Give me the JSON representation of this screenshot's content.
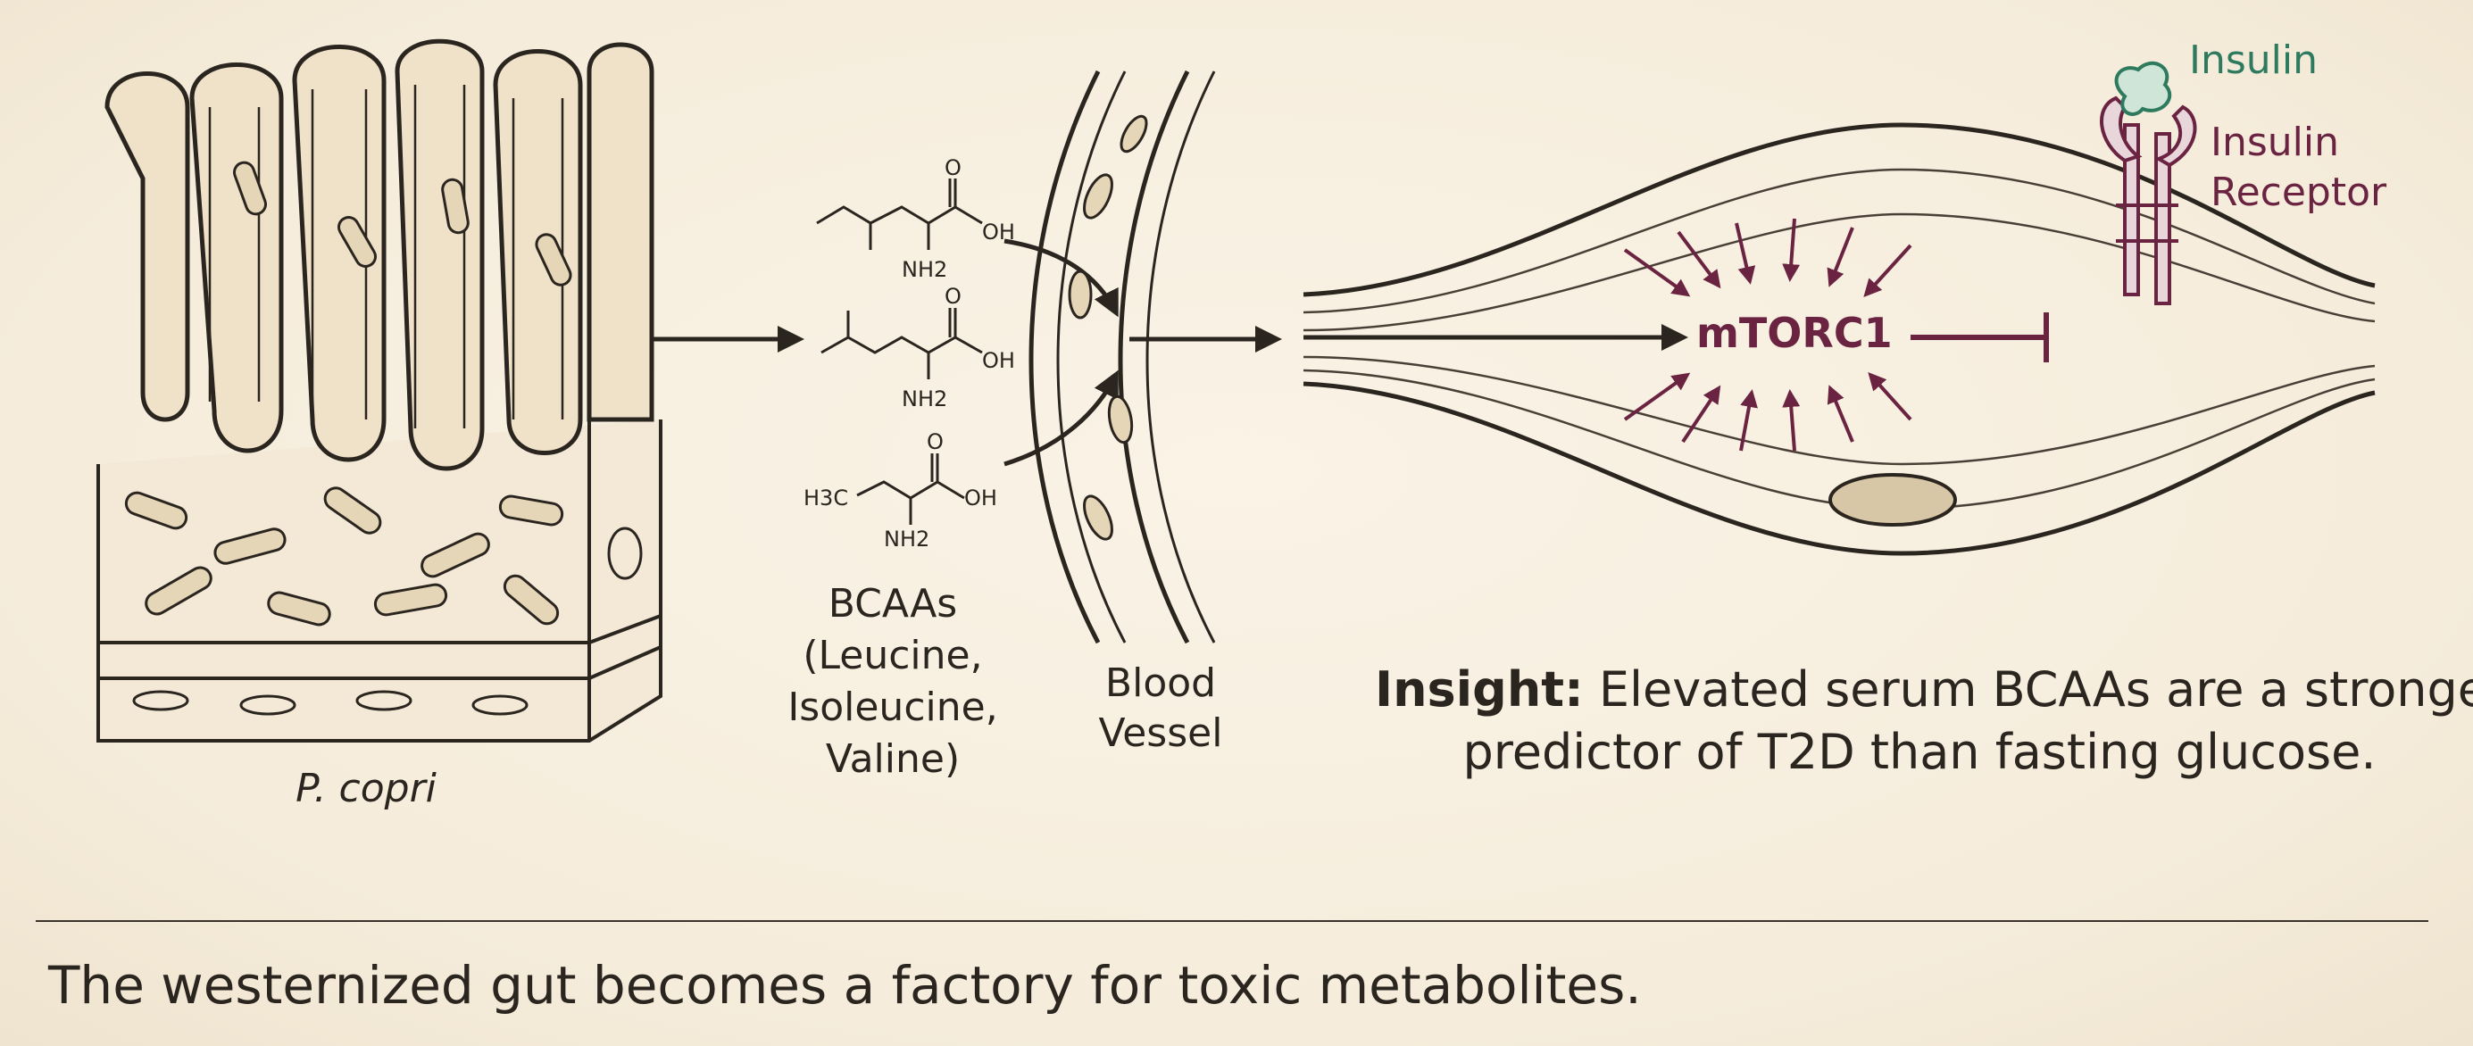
{
  "gut": {
    "label": "P. copri"
  },
  "bcaa": {
    "title": "BCAAs",
    "names": "(Leucine,",
    "names2": "Isoleucine,",
    "names3": "Valine)",
    "chem": {
      "oxygen": "O",
      "hydroxyl": "OH",
      "amine": "NH2",
      "methyl": "H3C"
    }
  },
  "vessel": {
    "line1": "Blood",
    "line2": "Vessel"
  },
  "cell": {
    "mtorc": "mTORC1",
    "insulin": "Insulin",
    "receptor_line1": "Insulin",
    "receptor_line2": "Receptor"
  },
  "insight": {
    "prefix": "Insight:",
    "text_line1": " Elevated serum BCAAs are a stronger",
    "text_line2": "predictor of T2D than fasting glucose."
  },
  "caption": "The westernized gut becomes a factory for toxic metabolites.",
  "colors": {
    "ink": "#2b2520",
    "mtorc": "#6b2342",
    "insulin": "#2e7a5e",
    "background": "#f7efe0"
  }
}
